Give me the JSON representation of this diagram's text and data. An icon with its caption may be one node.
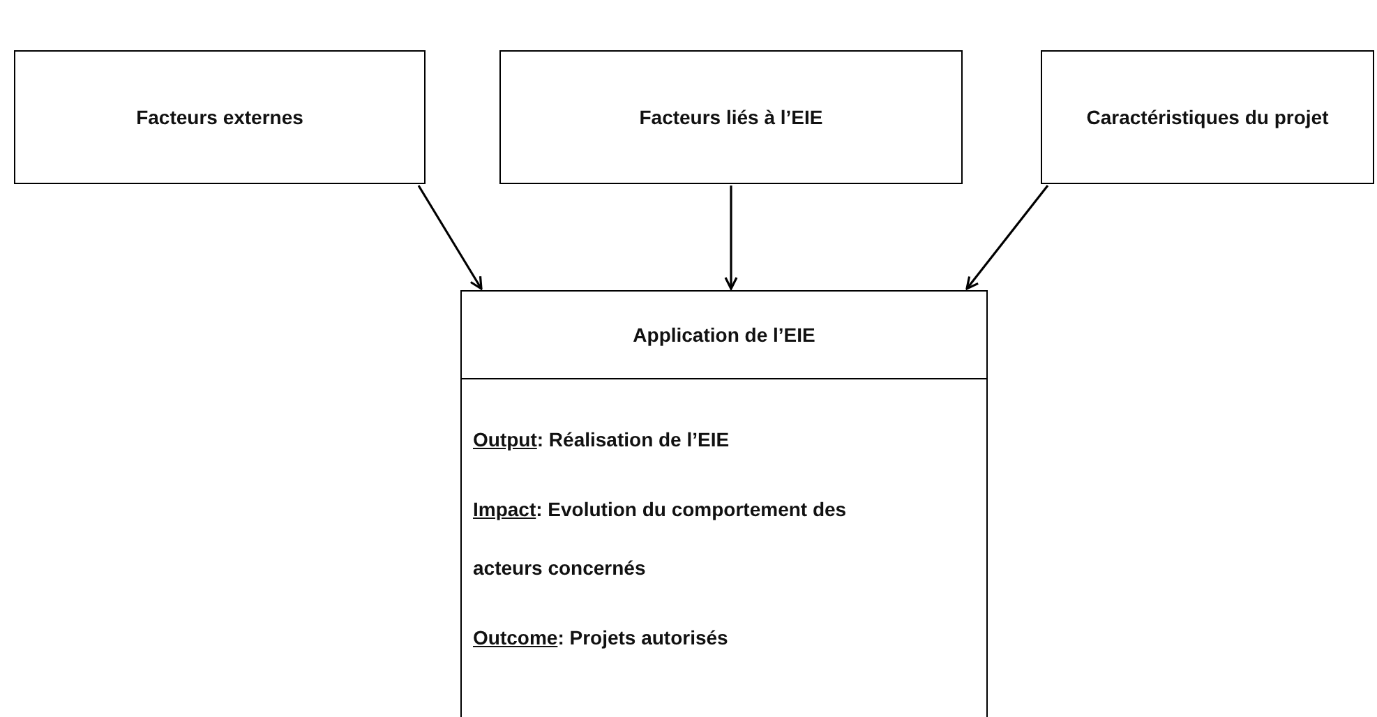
{
  "diagram": {
    "nodes": [
      {
        "text": [
          "Facteurs externes"
        ]
      },
      {
        "text": [
          "Facteurs liés à l’EIE"
        ]
      },
      {
        "text": [
          "Caractéristiques du projet"
        ]
      },
      {
        "text": [
          "Application de l’EIE",
          "Output: Réalisation de l’EIE",
          "Impact: Evolution du comportement des acteurs concernés",
          "Outcome: Projets autorisés"
        ]
      }
    ],
    "edges": [
      {
        "from": 0,
        "to": 3,
        "arrow": "to"
      },
      {
        "from": 1,
        "to": 3,
        "arrow": "to"
      },
      {
        "from": 2,
        "to": 3,
        "arrow": "to"
      }
    ]
  }
}
